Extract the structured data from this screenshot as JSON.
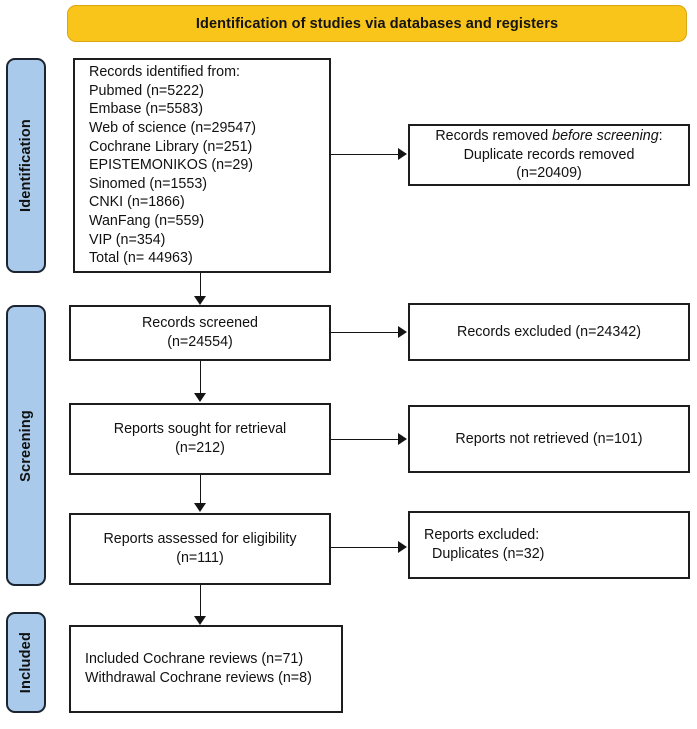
{
  "banner": {
    "title": "Identification of studies via databases and registers"
  },
  "phases": [
    {
      "id": "identification",
      "label": "Identification"
    },
    {
      "id": "screening",
      "label": "Screening"
    },
    {
      "id": "included",
      "label": "Included"
    }
  ],
  "boxes": {
    "records_identified": {
      "heading": "Records identified from:",
      "sources": [
        "Pubmed (n=5222)",
        "Embase (n=5583)",
        "Web of science (n=29547)",
        "Cochrane Library (n=251)",
        "EPISTEMONIKOS (n=29)",
        "Sinomed (n=1553)",
        "CNKI (n=1866)",
        "WanFang (n=559)",
        "VIP (n=354)",
        "Total (n= 44963)"
      ]
    },
    "records_removed": {
      "line1_prefix": "Records removed ",
      "line1_italic": "before screening",
      "line1_suffix": ":",
      "line2": "Duplicate records removed",
      "line3": "(n=20409)"
    },
    "records_screened": {
      "line1": "Records screened",
      "line2": "(n=24554)"
    },
    "records_excluded": {
      "line1": "Records excluded (n=24342)"
    },
    "reports_sought": {
      "line1": "Reports sought for retrieval",
      "line2": "(n=212)"
    },
    "reports_not_retrieved": {
      "line1": "Reports not retrieved (n=101)"
    },
    "reports_assessed": {
      "line1": "Reports assessed for eligibility",
      "line2": "(n=111)"
    },
    "reports_excluded": {
      "line1": "Reports excluded:",
      "line2": "Duplicates (n=32)"
    },
    "included_reviews": {
      "line1": "Included Cochrane reviews (n=71)",
      "line2": "Withdrawal Cochrane reviews (n=8)"
    }
  },
  "colors": {
    "banner_fill": "#f9c51b",
    "phase_tab_fill": "#a9caea",
    "border": "#1d1d1d",
    "text": "#111111"
  }
}
